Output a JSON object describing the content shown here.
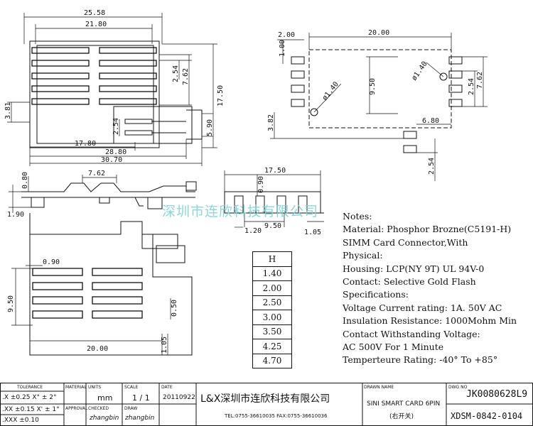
{
  "top_view": {
    "dims": [
      "25.58",
      "21.80",
      "2.54",
      "7.62",
      "17.50",
      "3.81",
      "2.54",
      "5.90",
      "17.80",
      "28.80",
      "30.70"
    ]
  },
  "top_right_view": {
    "dims": [
      "2.00",
      "20.00",
      "1.00",
      "9.50",
      "ø1.40",
      "ø1.40",
      "2.54",
      "7.62",
      "3.82",
      "6.80",
      "2.54"
    ]
  },
  "side_view": {
    "dims": [
      "0.80",
      "7.62",
      "1.90"
    ]
  },
  "front_view": {
    "dims": [
      "17.50",
      "0.90",
      "1.20",
      "9.50",
      "1.05"
    ]
  },
  "bottom_view": {
    "dims": [
      "0.90",
      "9.50",
      "0.50",
      "20.00",
      "1.05"
    ]
  },
  "watermark": "深圳市连欣科技有限公司",
  "h_table": {
    "header": "H",
    "values": [
      "1.40",
      "2.00",
      "2.50",
      "3.00",
      "3.50",
      "4.25",
      "4.70"
    ]
  },
  "notes": {
    "lines": [
      "Notes:",
      "Material: Phosphor Brozne(C5191-H)",
      "SIMM Card Connector,With",
      " Physical:",
      "Housing: LCP(NY 9T) UL 94V-0",
      "Contact: Selective Gold Flash",
      "Specifications:",
      "Voltage Current rating: 1A. 50V AC",
      "Insulation Resistance: 1000Mohm Min",
      "Contact Withstanding Voltage:",
      "AC 500V For 1 Minute",
      "Temperteure Rating: -40° To +85°"
    ]
  },
  "title_block": {
    "tolerance_label": "TOLERANCE",
    "tol_rows": [
      ".X  ±0.25  X°  ± 2°",
      ".XX ±0.15  X'  ± 1°",
      ".XXX ±0.10"
    ],
    "material_label": "MATERIAL",
    "units_label": "UNITS",
    "units_value": "mm",
    "scale_label": "SCALE",
    "scale_value": "1 / 1",
    "date_label": "DATE",
    "date_value": "20110922",
    "approval_label": "APPROVAL",
    "checked_label": "CHECKED",
    "checked_sig": "zhangbin",
    "drawn_label": "DRAW",
    "drawn_sig": "zhangbin",
    "company": "L&X深圳市连欣科技有限公司",
    "tel_fax": "TEL:0755-36610035  FAX:0755-36610036",
    "drawn_name_label": "DRAWN NAME",
    "product_name": "SINI SMART CARD 6PIN",
    "product_sub": "(右开关)",
    "dwg_no_label": "DWG NO",
    "dwg_no": "JK0080628L9",
    "dwg_code": "XDSM-0842-0104"
  }
}
